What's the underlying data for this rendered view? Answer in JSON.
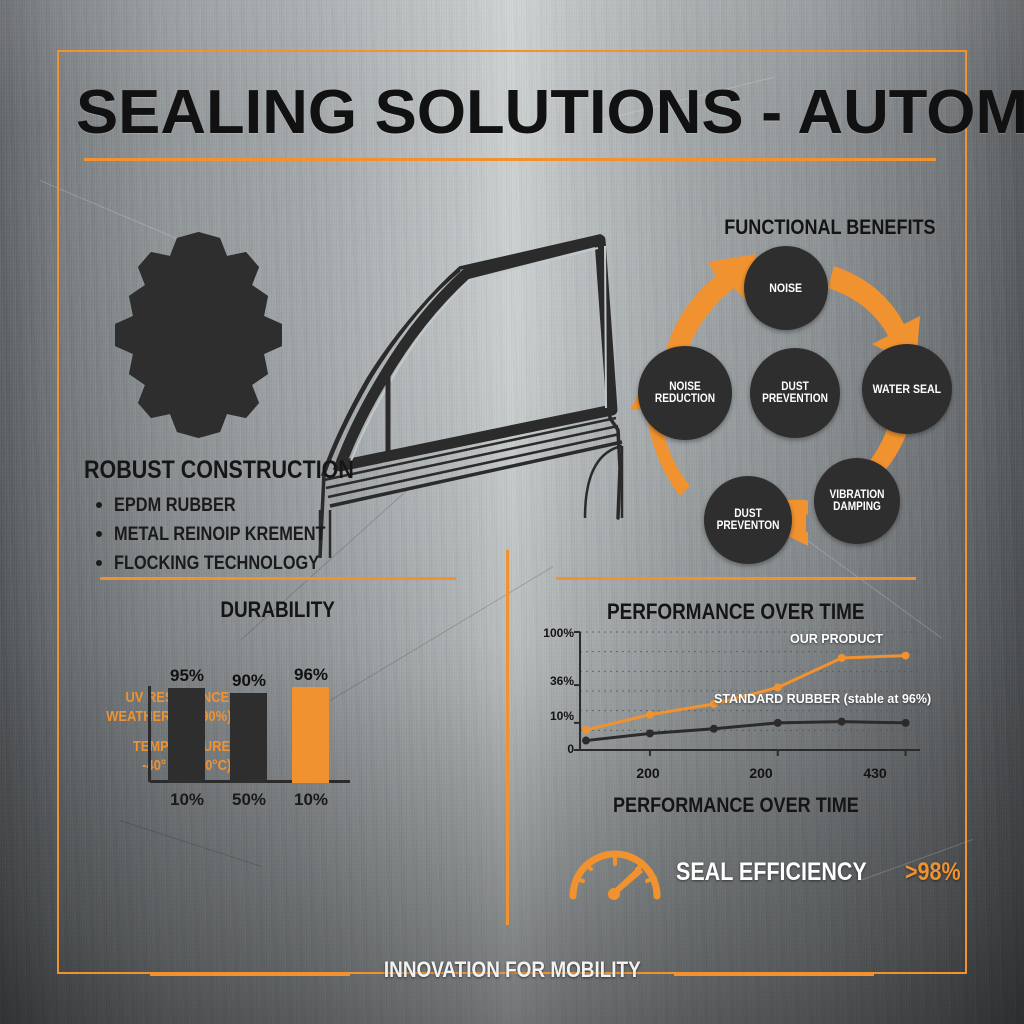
{
  "theme": {
    "accent": "#f0922f",
    "dark": "#2e2e2e",
    "text_dark": "#141414",
    "text_light": "#ffffff"
  },
  "header": {
    "title": "SEALING SOLUTIONS - AUTOMOTIVE"
  },
  "icons": {
    "gear": "gear-seal-icon",
    "door": "car-door-icon",
    "gauge": "gauge-icon"
  },
  "robust": {
    "title": "ROBUST CONSTRUCTION",
    "items": [
      {
        "label": "EPDM RUBBER"
      },
      {
        "label": "METAL REINOIP KREMENT"
      },
      {
        "label": "FLOCKING TECHNOLOGY"
      }
    ]
  },
  "benefits": {
    "title": "FUNCTIONAL BENEFITS",
    "center": {
      "label": "DUST PREVENTION"
    },
    "nodes": [
      {
        "label": "NOISE"
      },
      {
        "label": "WATER SEAL"
      },
      {
        "label": "VIBRATION DAMPING"
      },
      {
        "label": "DUST PREVENTON"
      },
      {
        "label": "NOISE REDUCTION"
      }
    ]
  },
  "durability": {
    "title": "DURABILITY",
    "side_labels": [
      "UV RESISTANCE",
      "WEATHERING (90%)",
      "TEMPERATURE",
      "-40° TO 120°C)"
    ]
  },
  "performance": {
    "title": "PERFORMANCE OVER TIME",
    "subtitle": "PERFORMANCE OVER TIME"
  },
  "seal": {
    "label": "SEAL EFFICIENCY",
    "value": ">98%"
  },
  "footer": {
    "text": "INNOVATION FOR MOBILITY"
  },
  "chart_data": [
    {
      "type": "bar",
      "title": "DURABILITY",
      "categories": [
        "10%",
        "50%",
        "10%"
      ],
      "values": [
        95,
        90,
        96
      ],
      "value_labels": [
        "95%",
        "90%",
        "96%"
      ],
      "colors": [
        "#2e2e2e",
        "#2e2e2e",
        "#f0922f"
      ],
      "xlabel": "",
      "ylabel": "",
      "ylim": [
        0,
        100
      ],
      "grid": false,
      "annotations": [
        "UV RESISTANCE",
        "WEATHERING (90%)",
        "TEMPERATURE",
        "-40° TO 120°C)"
      ]
    },
    {
      "type": "line",
      "title": "PERFORMANCE OVER TIME",
      "xlabel": "PERFORMANCE OVER TIME",
      "ylabel": "",
      "x": [
        0,
        1,
        2,
        3,
        4,
        5
      ],
      "xtick_positions": [
        1,
        3,
        5
      ],
      "xtick_labels": [
        "200",
        "200",
        "430"
      ],
      "ytick_labels": [
        "0",
        "10%",
        "36%",
        "100%"
      ],
      "ytick_values": [
        0,
        23,
        55,
        100
      ],
      "ylim": [
        0,
        100
      ],
      "grid": true,
      "legend_position": "inline-right",
      "series": [
        {
          "name": "OUR PRODUCT",
          "color": "#f0922f",
          "values": [
            17,
            30,
            39,
            53,
            78,
            80
          ]
        },
        {
          "name": "STANDARD RUBBER (stable at 96%)",
          "color": "#2b2b2b",
          "values": [
            8,
            14,
            18,
            23,
            24,
            23
          ]
        }
      ]
    }
  ]
}
